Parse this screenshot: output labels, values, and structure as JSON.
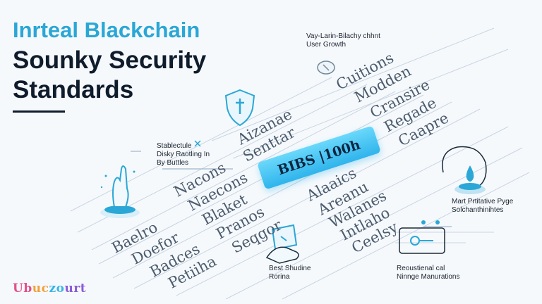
{
  "title": {
    "line1": "Inrteal Blackchain",
    "line2": "Sounky Security",
    "line3": "Standards"
  },
  "captions": {
    "top_right": [
      "Vay-Larin-Bilachy chhnt",
      "User Growth"
    ],
    "left_mid": [
      "Stablectule",
      "Disky Raotling In",
      "By Buttles"
    ],
    "right_mid": [
      "Mart Prtitative Pyge",
      "Solchanthinihtes"
    ],
    "bottom_center": [
      "Best Shudine",
      "Rorina"
    ],
    "bottom_right": [
      "Reoustienal cal",
      "Ninnge Manurations"
    ]
  },
  "pill": {
    "label": "BIBS |100h"
  },
  "diagonal_words": {
    "upper_center": [
      "Aizanae",
      "Senttar"
    ],
    "left_stack": [
      "Baelro",
      "Doefor",
      "Badces",
      "Petiiha"
    ],
    "left_inner": [
      "Nacons",
      "Naecons",
      "Blaket",
      "Pranos",
      "Seqgor"
    ],
    "right_stack": [
      "Cuitions",
      "Modden",
      "Cransire",
      "Regade",
      "Caapre"
    ],
    "right_lower": [
      "Alaaics",
      "Areanu",
      "Walanes",
      "Intlaho",
      "Ceelsy"
    ]
  },
  "logo": {
    "parts": [
      "Ub",
      "uc",
      "zo",
      "urt"
    ]
  },
  "colors": {
    "accent": "#2aa7d6",
    "title_dark": "#0f1c2c",
    "pill": "#3cc0f0",
    "lines": "#c5d3e0",
    "icon_blue": "#2aa7d6"
  }
}
